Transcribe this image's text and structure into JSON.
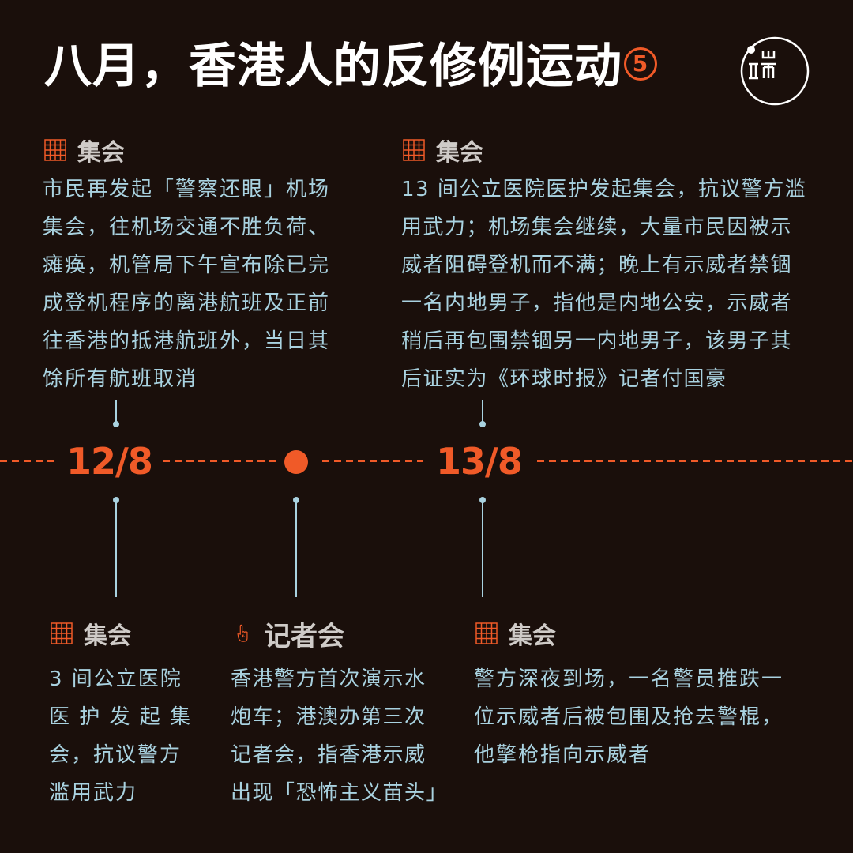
{
  "header": {
    "title": "八月，香港人的反修例运动",
    "part_number": "5",
    "logo_icon": "theinitium-logo-icon"
  },
  "colors": {
    "background": "#1a0f0b",
    "accent": "#f05a28",
    "body_text": "#a9d2e0",
    "heading_text": "#cfcbc8"
  },
  "timeline": {
    "dates": [
      "12/8",
      "13/8"
    ],
    "events_top": [
      {
        "icon": "grid-icon",
        "category": "集会",
        "lines": [
          "市民再发起「警察还眼」机场",
          "集会，往机场交通不胜负荷、",
          "瘫痪，机管局下午宣布除已完",
          "成登机程序的离港航班及正前",
          "往香港的抵港航班外，当日其",
          "馀所有航班取消"
        ]
      },
      {
        "icon": "grid-icon",
        "category": "集会",
        "lines": [
          "13 间公立医院医护发起集会，抗议警方滥",
          "用武力；机场集会继续，大量市民因被示",
          "威者阻碍登机而不满；晚上有示威者禁锢",
          "一名内地男子，指他是内地公安，示威者",
          "稍后再包围禁锢另一内地男子，该男子其",
          "后证实为《环球时报》记者付国豪"
        ]
      }
    ],
    "events_bottom": [
      {
        "icon": "grid-icon",
        "category": "集会",
        "lines": [
          "3 间公立医院",
          "医 护 发 起 集",
          "会，抗议警方",
          "滥用武力"
        ]
      },
      {
        "icon": "pointing-hand-icon",
        "category": "记者会",
        "lines": [
          "香港警方首次演示水",
          "炮车；港澳办第三次",
          "记者会，指香港示威",
          "出现「恐怖主义苗头」"
        ]
      },
      {
        "icon": "grid-icon",
        "category": "集会",
        "lines": [
          "警方深夜到场，一名警员推跌一",
          "位示威者后被包围及抢去警棍，",
          "他擎枪指向示威者"
        ]
      }
    ]
  }
}
